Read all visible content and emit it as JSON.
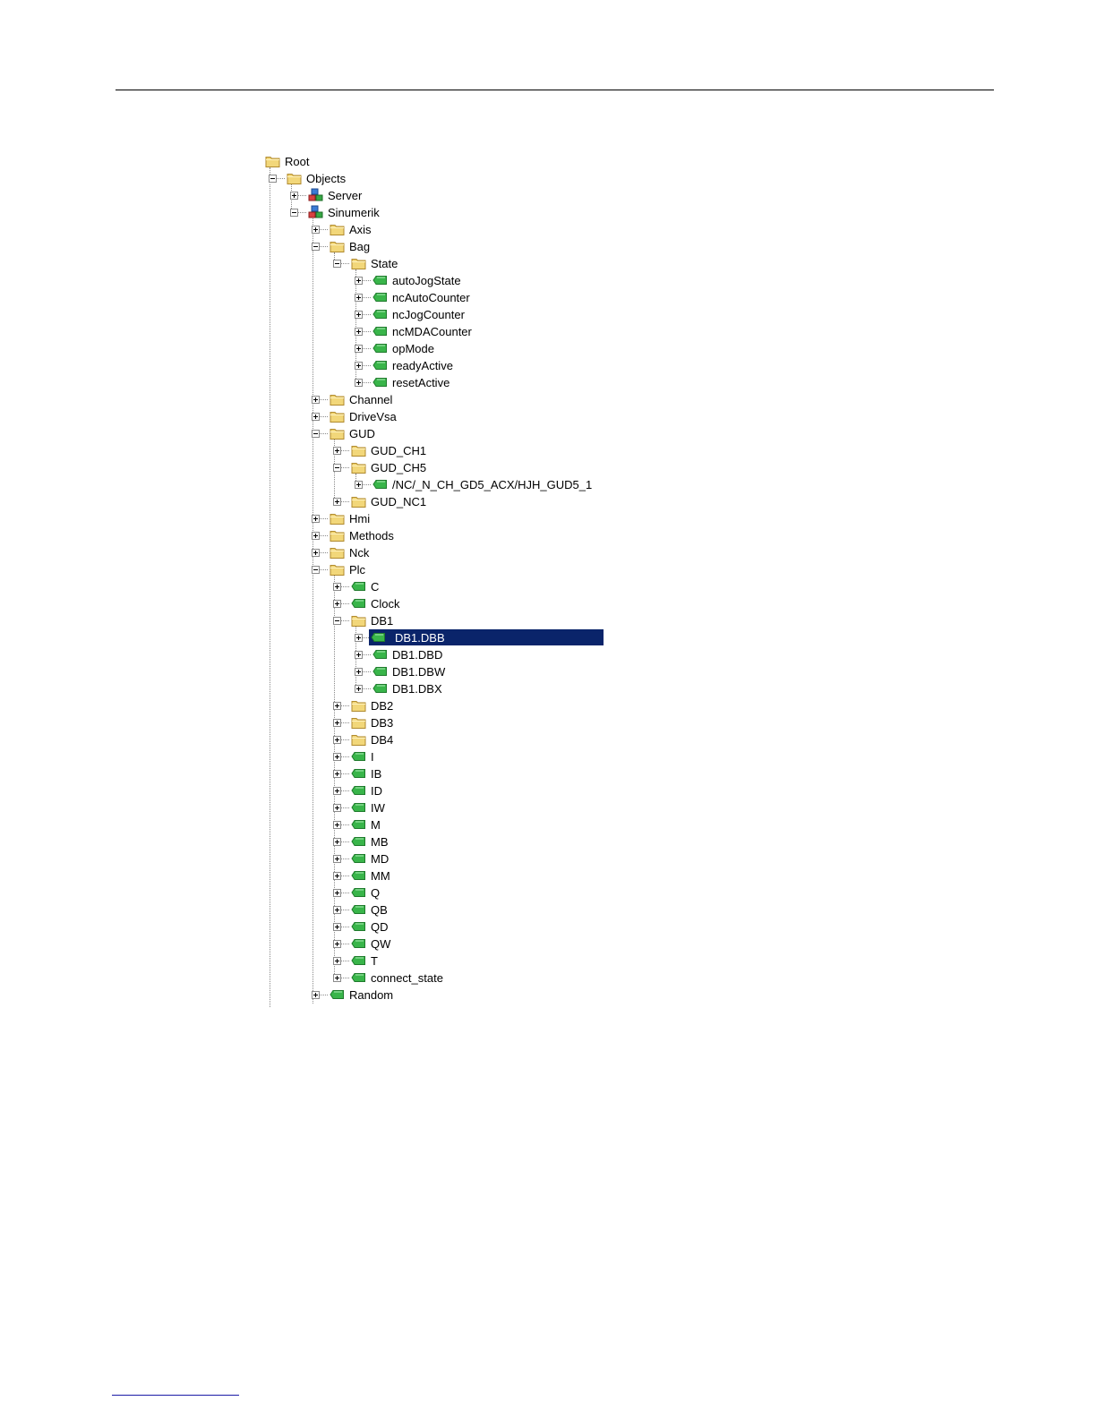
{
  "tree": {
    "selected": "DB1.DBB",
    "nodes": [
      {
        "label": "Root",
        "icon": "folder-icon",
        "level": 0,
        "expander": "none"
      },
      {
        "label": "Objects",
        "icon": "folder-icon",
        "level": 1,
        "expander": "minus"
      },
      {
        "label": "Server",
        "icon": "object-node-icon",
        "level": 2,
        "expander": "plus"
      },
      {
        "label": "Sinumerik",
        "icon": "object-node-icon",
        "level": 2,
        "expander": "minus"
      },
      {
        "label": "Axis",
        "icon": "folder-icon",
        "level": 3,
        "expander": "plus"
      },
      {
        "label": "Bag",
        "icon": "folder-icon",
        "level": 3,
        "expander": "minus"
      },
      {
        "label": "State",
        "icon": "folder-icon",
        "level": 4,
        "expander": "minus"
      },
      {
        "label": "autoJogState",
        "icon": "variable-tag-icon",
        "level": 5,
        "expander": "plus"
      },
      {
        "label": "ncAutoCounter",
        "icon": "variable-tag-icon",
        "level": 5,
        "expander": "plus"
      },
      {
        "label": "ncJogCounter",
        "icon": "variable-tag-icon",
        "level": 5,
        "expander": "plus"
      },
      {
        "label": "ncMDACounter",
        "icon": "variable-tag-icon",
        "level": 5,
        "expander": "plus"
      },
      {
        "label": "opMode",
        "icon": "variable-tag-icon",
        "level": 5,
        "expander": "plus"
      },
      {
        "label": "readyActive",
        "icon": "variable-tag-icon",
        "level": 5,
        "expander": "plus"
      },
      {
        "label": "resetActive",
        "icon": "variable-tag-icon",
        "level": 5,
        "expander": "plus"
      },
      {
        "label": "Channel",
        "icon": "folder-icon",
        "level": 3,
        "expander": "plus"
      },
      {
        "label": "DriveVsa",
        "icon": "folder-icon",
        "level": 3,
        "expander": "plus"
      },
      {
        "label": "GUD",
        "icon": "folder-icon",
        "level": 3,
        "expander": "minus"
      },
      {
        "label": "GUD_CH1",
        "icon": "folder-icon",
        "level": 4,
        "expander": "plus"
      },
      {
        "label": "GUD_CH5",
        "icon": "folder-icon",
        "level": 4,
        "expander": "minus"
      },
      {
        "label": "/NC/_N_CH_GD5_ACX/HJH_GUD5_1",
        "icon": "variable-tag-icon",
        "level": 5,
        "expander": "plus"
      },
      {
        "label": "GUD_NC1",
        "icon": "folder-icon",
        "level": 4,
        "expander": "plus"
      },
      {
        "label": "Hmi",
        "icon": "folder-icon",
        "level": 3,
        "expander": "plus"
      },
      {
        "label": "Methods",
        "icon": "folder-icon",
        "level": 3,
        "expander": "plus"
      },
      {
        "label": "Nck",
        "icon": "folder-icon",
        "level": 3,
        "expander": "plus"
      },
      {
        "label": "Plc",
        "icon": "folder-icon",
        "level": 3,
        "expander": "minus"
      },
      {
        "label": "C",
        "icon": "variable-tag-icon",
        "level": 4,
        "expander": "plus"
      },
      {
        "label": "Clock",
        "icon": "variable-tag-icon",
        "level": 4,
        "expander": "plus"
      },
      {
        "label": "DB1",
        "icon": "folder-icon",
        "level": 4,
        "expander": "minus"
      },
      {
        "label": "DB1.DBB",
        "icon": "variable-tag-icon",
        "level": 5,
        "expander": "plus"
      },
      {
        "label": "DB1.DBD",
        "icon": "variable-tag-icon",
        "level": 5,
        "expander": "plus"
      },
      {
        "label": "DB1.DBW",
        "icon": "variable-tag-icon",
        "level": 5,
        "expander": "plus"
      },
      {
        "label": "DB1.DBX",
        "icon": "variable-tag-icon",
        "level": 5,
        "expander": "plus"
      },
      {
        "label": "DB2",
        "icon": "folder-icon",
        "level": 4,
        "expander": "plus"
      },
      {
        "label": "DB3",
        "icon": "folder-icon",
        "level": 4,
        "expander": "plus"
      },
      {
        "label": "DB4",
        "icon": "folder-icon",
        "level": 4,
        "expander": "plus"
      },
      {
        "label": "I",
        "icon": "variable-tag-icon",
        "level": 4,
        "expander": "plus"
      },
      {
        "label": "IB",
        "icon": "variable-tag-icon",
        "level": 4,
        "expander": "plus"
      },
      {
        "label": "ID",
        "icon": "variable-tag-icon",
        "level": 4,
        "expander": "plus"
      },
      {
        "label": "IW",
        "icon": "variable-tag-icon",
        "level": 4,
        "expander": "plus"
      },
      {
        "label": "M",
        "icon": "variable-tag-icon",
        "level": 4,
        "expander": "plus"
      },
      {
        "label": "MB",
        "icon": "variable-tag-icon",
        "level": 4,
        "expander": "plus"
      },
      {
        "label": "MD",
        "icon": "variable-tag-icon",
        "level": 4,
        "expander": "plus"
      },
      {
        "label": "MM",
        "icon": "variable-tag-icon",
        "level": 4,
        "expander": "plus"
      },
      {
        "label": "Q",
        "icon": "variable-tag-icon",
        "level": 4,
        "expander": "plus"
      },
      {
        "label": "QB",
        "icon": "variable-tag-icon",
        "level": 4,
        "expander": "plus"
      },
      {
        "label": "QD",
        "icon": "variable-tag-icon",
        "level": 4,
        "expander": "plus"
      },
      {
        "label": "QW",
        "icon": "variable-tag-icon",
        "level": 4,
        "expander": "plus"
      },
      {
        "label": "T",
        "icon": "variable-tag-icon",
        "level": 4,
        "expander": "plus"
      },
      {
        "label": "connect_state",
        "icon": "variable-tag-icon",
        "level": 4,
        "expander": "plus"
      },
      {
        "label": "Random",
        "icon": "variable-tag-icon",
        "level": 3,
        "expander": "plus"
      }
    ]
  },
  "colors": {
    "selection": "#0a246a",
    "folder": "#f2d77a",
    "tag": "#39b54a"
  }
}
